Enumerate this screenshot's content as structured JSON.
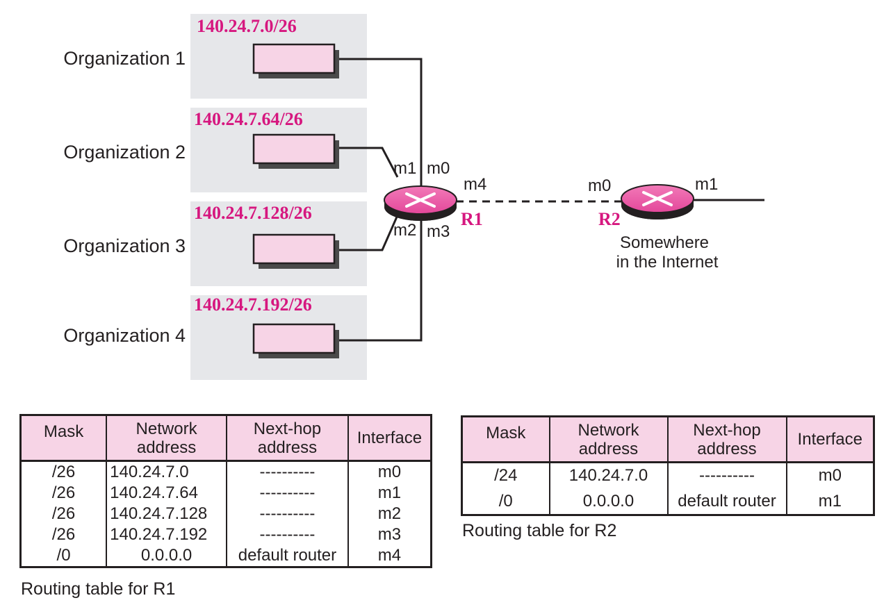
{
  "organizations": [
    {
      "label": "Organization 1",
      "address": "140.24.7.0/26"
    },
    {
      "label": "Organization 2",
      "address": "140.24.7.64/26"
    },
    {
      "label": "Organization 3",
      "address": "140.24.7.128/26"
    },
    {
      "label": "Organization 4",
      "address": "140.24.7.192/26"
    }
  ],
  "router1": {
    "name": "R1",
    "ports": {
      "m0": "m0",
      "m1": "m1",
      "m2": "m2",
      "m3": "m3",
      "m4": "m4"
    }
  },
  "router2": {
    "name": "R2",
    "ports": {
      "m0": "m0",
      "m1": "m1"
    },
    "caption_line1": "Somewhere",
    "caption_line2": "in the Internet"
  },
  "tables": {
    "headers": {
      "mask": "Mask",
      "network_1": "Network",
      "network_2": "address",
      "nexthop_1": "Next-hop",
      "nexthop_2": "address",
      "interface": "Interface"
    },
    "r1": {
      "caption": "Routing table for R1",
      "rows": [
        {
          "mask": "/26",
          "network": "140.24.7.0",
          "nexthop": "----------",
          "interface": "m0"
        },
        {
          "mask": "/26",
          "network": "140.24.7.64",
          "nexthop": "----------",
          "interface": "m1"
        },
        {
          "mask": "/26",
          "network": "140.24.7.128",
          "nexthop": "----------",
          "interface": "m2"
        },
        {
          "mask": "/26",
          "network": "140.24.7.192",
          "nexthop": "----------",
          "interface": "m3"
        },
        {
          "mask": "/0",
          "network": "0.0.0.0",
          "nexthop": "default router",
          "interface": "m4"
        }
      ]
    },
    "r2": {
      "caption": "Routing table for R2",
      "rows": [
        {
          "mask": "/24",
          "network": "140.24.7.0",
          "nexthop": "----------",
          "interface": "m0"
        },
        {
          "mask": "/0",
          "network": "0.0.0.0",
          "nexthop": "default router",
          "interface": "m1"
        }
      ]
    }
  },
  "colors": {
    "accent": "#d6177f",
    "panel": "#e6e7ea",
    "box": "#f7d4e6",
    "router": "#ec5aa6"
  }
}
